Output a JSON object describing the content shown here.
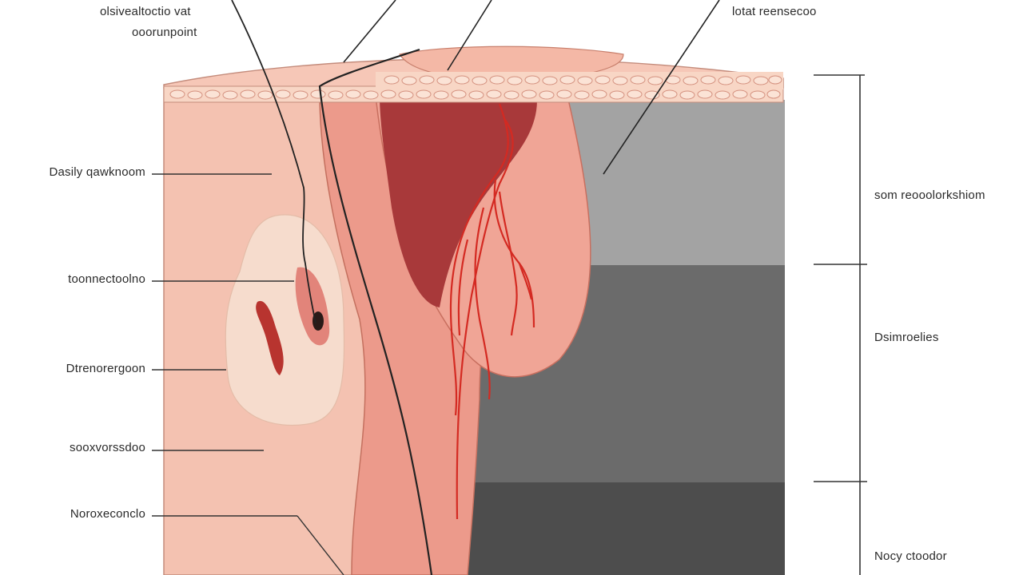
{
  "top_labels": {
    "left_line1": "olsivealtoctio vat",
    "left_line2": "ooorunpoint",
    "right": "lotat reensecoo"
  },
  "left_labels": [
    "Dasily qawknoom",
    "toonnectoolno",
    "Dtrenorergoon",
    "sooxvorssdoo",
    "Noroxeconclo"
  ],
  "right_labels": [
    "som reooolorkshiom",
    "Dsimroelies",
    "Nocy ctoodor"
  ],
  "colors": {
    "skin_light": "#f4c4b3",
    "skin_mid": "#f0a898",
    "tissue_dark_red": "#a8393a",
    "vessel_red": "#d42a22",
    "grey_light": "#a3a3a3",
    "grey_mid": "#6b6b6b",
    "grey_dark": "#4d4d4d"
  }
}
